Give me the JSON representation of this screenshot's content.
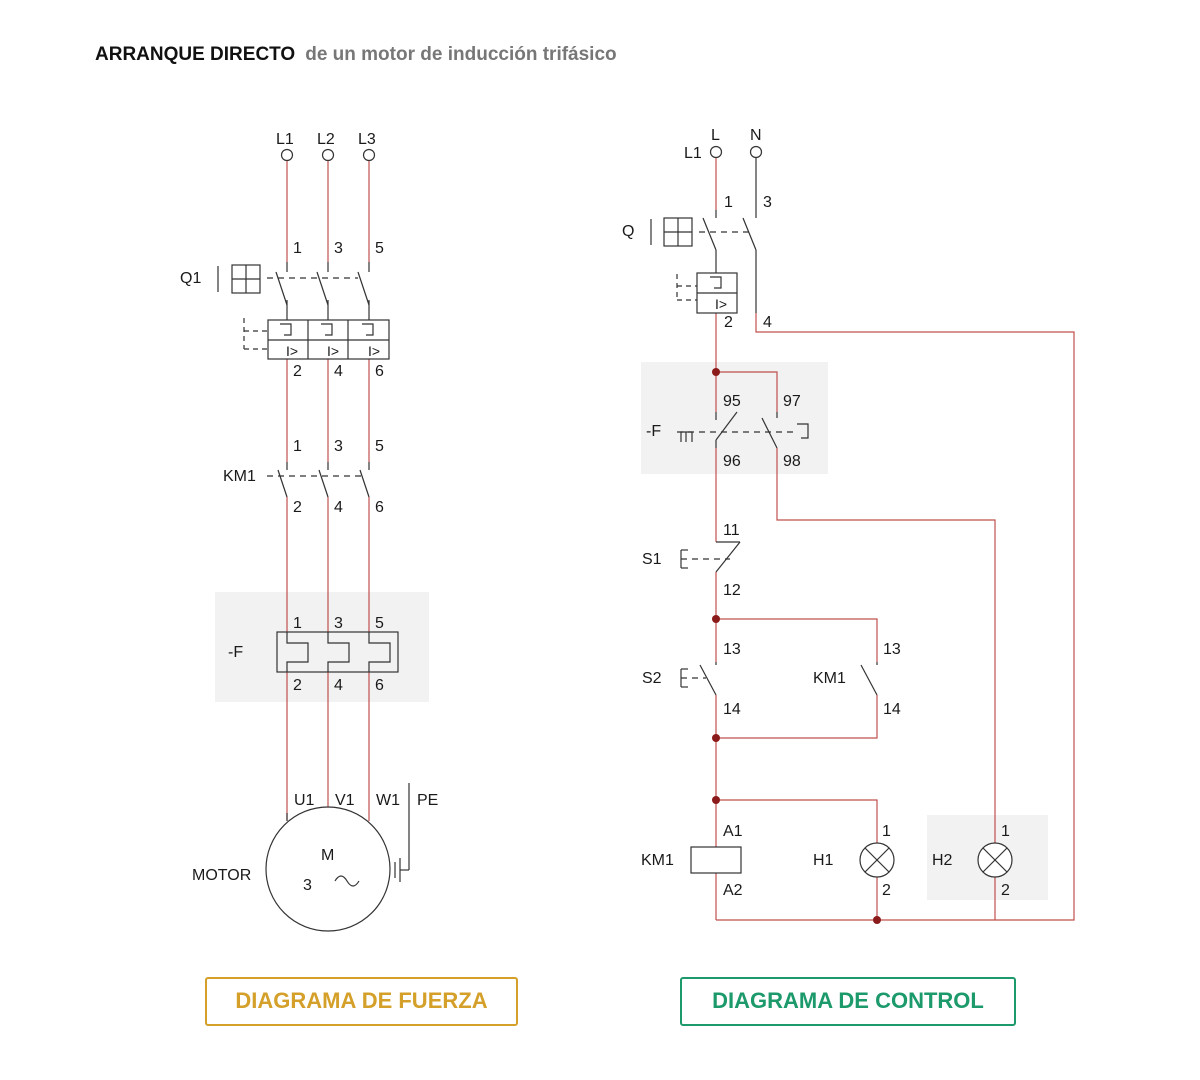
{
  "title": {
    "bold": "ARRANQUE  DIRECTO",
    "sub": "de un motor de inducción trifásico"
  },
  "colors": {
    "wire": "#c0504d",
    "line": "#333333",
    "node": "#8b1a1a",
    "highlight": "#f2f2f2",
    "fuerza": "#d4a02a",
    "control": "#1d9a6c"
  },
  "power": {
    "lines": [
      "L1",
      "L2",
      "L3"
    ],
    "q1": {
      "label": "Q1",
      "top": [
        "1",
        "3",
        "5"
      ],
      "bottom": [
        "2",
        "4",
        "6"
      ],
      "trip": "I>"
    },
    "km1": {
      "label": "KM1",
      "top": [
        "1",
        "3",
        "5"
      ],
      "bottom": [
        "2",
        "4",
        "6"
      ]
    },
    "f": {
      "label": "-F",
      "top": [
        "1",
        "3",
        "5"
      ],
      "bottom": [
        "2",
        "4",
        "6"
      ]
    },
    "motor": {
      "label": "MOTOR",
      "terminals": [
        "U1",
        "V1",
        "W1"
      ],
      "pe": "PE",
      "m": "M",
      "phases": "3",
      "ac": "~"
    }
  },
  "control": {
    "supply": {
      "l": "L",
      "l1": "L1",
      "n": "N"
    },
    "q": {
      "label": "Q",
      "t1": "1",
      "t2": "2",
      "t3": "3",
      "t4": "4",
      "trip": "I>"
    },
    "f": {
      "label": "-F",
      "t95": "95",
      "t96": "96",
      "t97": "97",
      "t98": "98"
    },
    "s1": {
      "label": "S1",
      "t11": "11",
      "t12": "12"
    },
    "s2": {
      "label": "S2",
      "t13": "13",
      "t14": "14"
    },
    "km1_contact": {
      "label": "KM1",
      "t13": "13",
      "t14": "14"
    },
    "km1_coil": {
      "label": "KM1",
      "a1": "A1",
      "a2": "A2"
    },
    "h1": {
      "label": "H1",
      "t1": "1",
      "t2": "2"
    },
    "h2": {
      "label": "H2",
      "t1": "1",
      "t2": "2"
    }
  },
  "buttons": {
    "fuerza": "DIAGRAMA DE FUERZA",
    "control": "DIAGRAMA DE CONTROL"
  }
}
